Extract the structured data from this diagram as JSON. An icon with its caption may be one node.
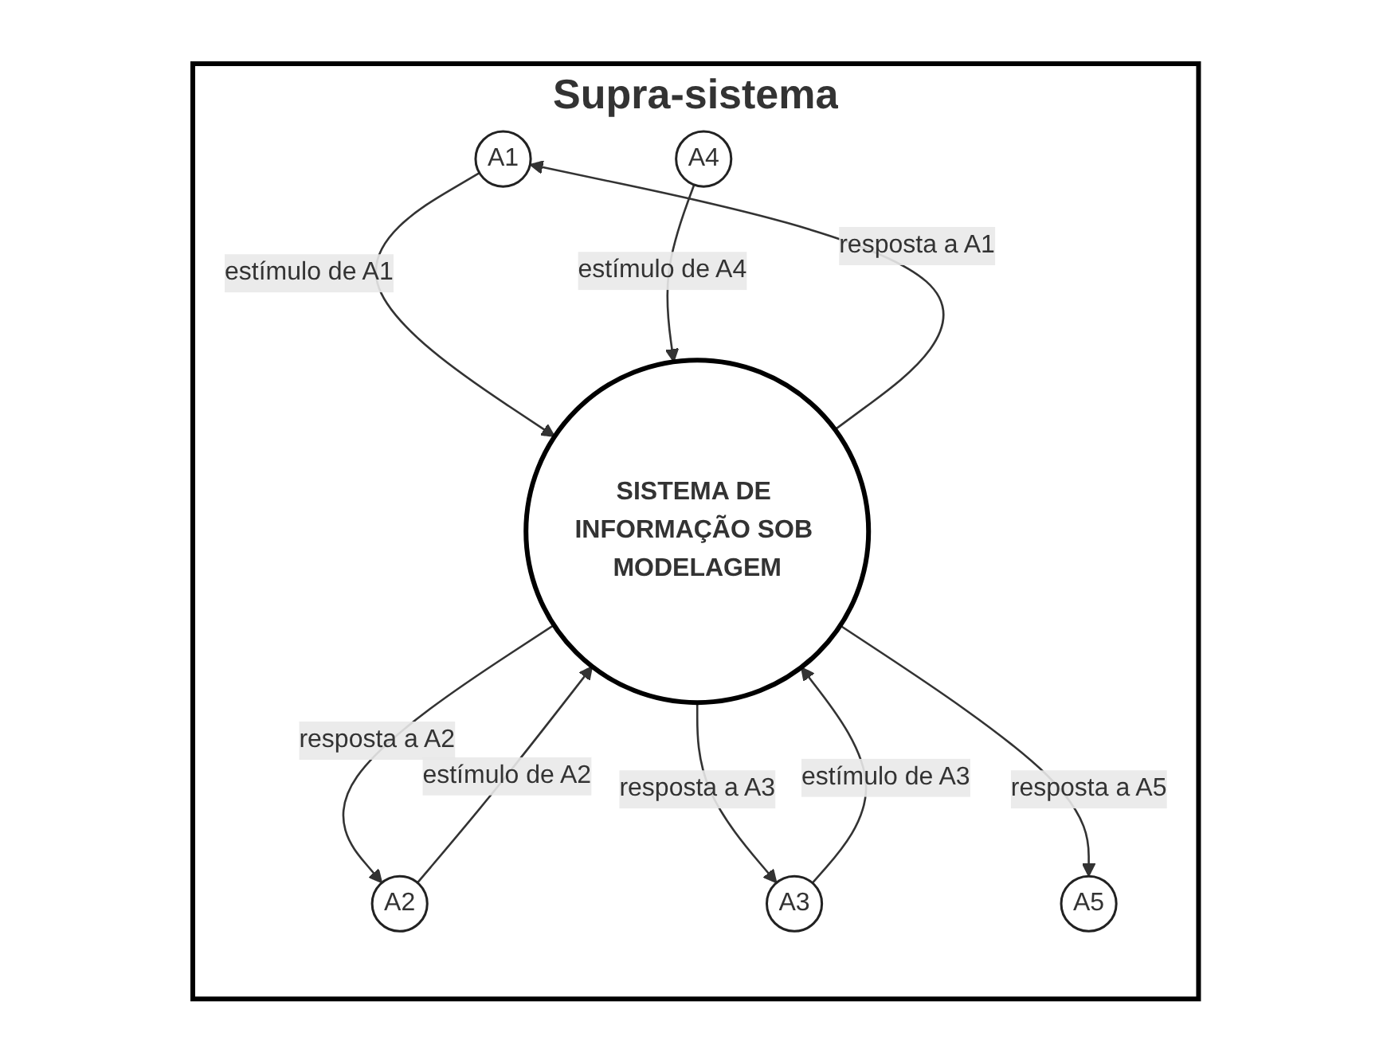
{
  "diagram": {
    "nodes": [
      {
        "text": [
          "Supra-sistema"
        ]
      },
      {
        "text": [
          "A1"
        ],
        "in": 0
      },
      {
        "text": [
          "A4"
        ],
        "in": 0
      },
      {
        "text": [
          "SISTEMA DE INFORMAÇÃO SOB MODELAGEM"
        ],
        "in": 0
      },
      {
        "text": [
          "A2"
        ],
        "in": 0
      },
      {
        "text": [
          "A3"
        ],
        "in": 0
      },
      {
        "text": [
          "A5"
        ],
        "in": 0
      }
    ],
    "edges": [
      {
        "from": 1,
        "to": 3,
        "arrow": "to",
        "label": "estímulo de A1"
      },
      {
        "from": 3,
        "to": 1,
        "arrow": "to",
        "label": "resposta a A1"
      },
      {
        "from": 2,
        "to": 3,
        "arrow": "to",
        "label": "estímulo de A4"
      },
      {
        "from": 3,
        "to": 4,
        "arrow": "to",
        "label": "resposta a A2"
      },
      {
        "from": 4,
        "to": 3,
        "arrow": "to",
        "label": "estímulo de A2"
      },
      {
        "from": 5,
        "to": 3,
        "arrow": "to",
        "label": "estímulo de A3"
      },
      {
        "from": 3,
        "to": 5,
        "arrow": "to",
        "label": "resposta a A3"
      },
      {
        "from": 3,
        "to": 6,
        "arrow": "to",
        "label": "resposta a A5"
      }
    ]
  }
}
